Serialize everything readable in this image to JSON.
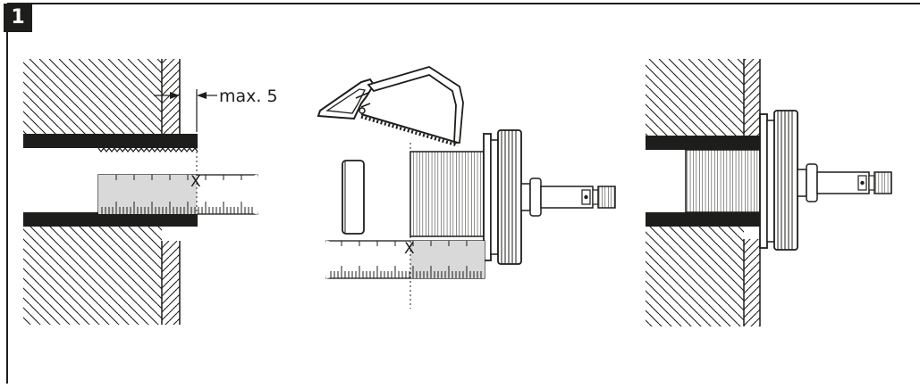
{
  "step": {
    "number": "1"
  },
  "panel_left": {
    "dimension_label": "max. 5",
    "cut_mark": "X"
  },
  "panel_middle": {
    "cut_mark": "X",
    "tool_icon": "hacksaw-icon"
  },
  "panel_right": {},
  "colors": {
    "ink": "#1d1d1b",
    "ruler_fill": "#d9d9d9",
    "paper": "#ffffff"
  }
}
